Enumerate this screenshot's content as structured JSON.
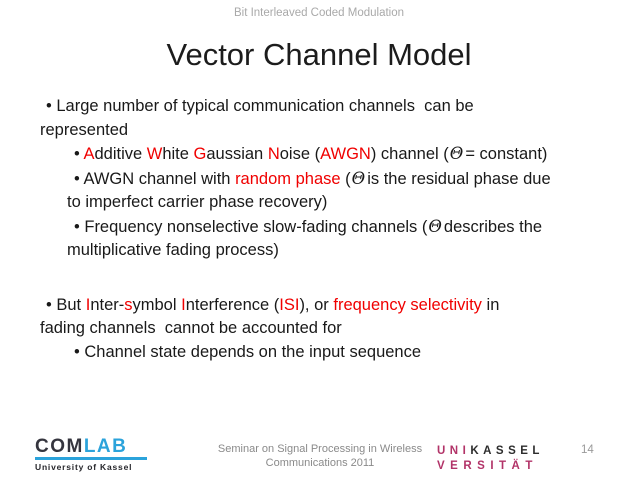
{
  "slide": {
    "header": "Bit Interleaved Coded Modulation",
    "title": "Vector Channel Model",
    "page_number": "14"
  },
  "colors": {
    "accent_red": "#f00000",
    "comlab_blue": "#2ba3db",
    "kassel_magenta": "#b23368"
  },
  "body": {
    "lines": [
      {
        "segments": [
          {
            "t": "• Large number of typical communication channels  can be"
          }
        ]
      },
      {
        "segments": [
          {
            "t": "represented"
          }
        ]
      },
      {
        "segments": [
          {
            "t": "• "
          },
          {
            "t": "A",
            "c": "r"
          },
          {
            "t": "dditive "
          },
          {
            "t": "W",
            "c": "r"
          },
          {
            "t": "hite "
          },
          {
            "t": "G",
            "c": "r"
          },
          {
            "t": "aussian "
          },
          {
            "t": "N",
            "c": "r"
          },
          {
            "t": "oise ("
          },
          {
            "t": "AWGN",
            "c": "r"
          },
          {
            "t": ") channel ("
          },
          {
            "t": "Θ",
            "th": 1
          },
          {
            "t": "= constant)"
          }
        ]
      },
      {
        "segments": [
          {
            "t": "• AWGN channel with "
          },
          {
            "t": "random phase",
            "c": "r"
          },
          {
            "t": " ("
          },
          {
            "t": "Θ",
            "th": 1
          },
          {
            "t": "is the residual phase due"
          }
        ]
      },
      {
        "segments": [
          {
            "t": "to imperfect carrier phase recovery)"
          }
        ]
      },
      {
        "segments": [
          {
            "t": "• Frequency nonselective slow-fading channels ("
          },
          {
            "t": "Θ",
            "th": 1
          },
          {
            "t": "describes the"
          }
        ]
      },
      {
        "segments": [
          {
            "t": "multiplicative fading process)"
          }
        ]
      },
      {
        "segments": [
          {
            "t": "• But "
          },
          {
            "t": "I",
            "c": "r"
          },
          {
            "t": "nter-"
          },
          {
            "t": "s",
            "c": "r"
          },
          {
            "t": "ymbol "
          },
          {
            "t": "I",
            "c": "r"
          },
          {
            "t": "nterference ("
          },
          {
            "t": "ISI",
            "c": "r"
          },
          {
            "t": "), or "
          },
          {
            "t": "frequency selectivity",
            "c": "r"
          },
          {
            "t": " in"
          }
        ]
      },
      {
        "segments": [
          {
            "t": "fading channels  cannot be accounted for"
          }
        ]
      },
      {
        "segments": [
          {
            "t": "• Channel state depends on the input sequence"
          }
        ]
      }
    ]
  },
  "footer": {
    "comlab": {
      "com": "COM",
      "lab": "LAB",
      "subtitle": "University of Kassel"
    },
    "seminar_line1": "Seminar on Signal Processing in Wireless",
    "seminar_line2": "Communications 2011",
    "unikassel": {
      "uni": "UNI",
      "kassel": "KASSEL",
      "versitat": "VERSITÄT"
    }
  }
}
